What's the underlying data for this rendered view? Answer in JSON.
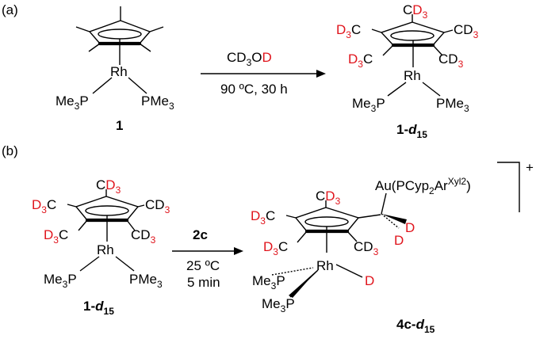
{
  "panels": {
    "a": {
      "label": "(a)",
      "reagent": "CD3OD",
      "reagent_parts": [
        "CD",
        "3",
        "O",
        "D"
      ],
      "conditions": "90 ºC, 30 h",
      "start": {
        "metal": "Rh",
        "ligand_left": [
          "Me",
          "3",
          "P"
        ],
        "ligand_right": [
          "PMe",
          "3"
        ],
        "number": "1"
      },
      "product": {
        "metal": "Rh",
        "cd3_top": [
          "C",
          "D",
          "3"
        ],
        "cd3_left_top": [
          "D",
          "3",
          "C"
        ],
        "cd3_right_top": [
          "CD",
          "3"
        ],
        "cd3_left_bot": [
          "D",
          "3",
          "C"
        ],
        "cd3_right_bot": [
          "CD",
          "3"
        ],
        "ligand_left": [
          "Me",
          "3",
          "P"
        ],
        "ligand_right": [
          "PMe",
          "3"
        ],
        "number": [
          "1-",
          "d",
          "15"
        ]
      }
    },
    "b": {
      "label": "(b)",
      "reagent": "2c",
      "conditions_line1": "25 ºC",
      "conditions_line2": "5 min",
      "start": {
        "metal": "Rh",
        "cd3_top": [
          "C",
          "D",
          "3"
        ],
        "cd3_left_top": [
          "D",
          "3",
          "C"
        ],
        "cd3_right_top": [
          "CD",
          "3"
        ],
        "cd3_left_bot": [
          "D",
          "3",
          "C"
        ],
        "cd3_right_bot": [
          "CD",
          "3"
        ],
        "ligand_left": [
          "Me",
          "3",
          "P"
        ],
        "ligand_right": [
          "PMe",
          "3"
        ],
        "number": [
          "1-",
          "d",
          "15"
        ]
      },
      "product": {
        "metal": "Rh",
        "hydride": "D",
        "cd3_top": [
          "C",
          "D",
          "3"
        ],
        "cd3_left_top": [
          "D",
          "3",
          "C"
        ],
        "cd3_left_bot": [
          "D",
          "3",
          "C"
        ],
        "cd3_right_bot": [
          "CD",
          "3"
        ],
        "gold": [
          "Au(PCyp",
          "2",
          "Ar",
          "Xyl2",
          ")"
        ],
        "cd2_d1": "D",
        "cd2_d2": "D",
        "ligand_top": [
          "Me",
          "3",
          "P"
        ],
        "ligand_bot": [
          "Me",
          "3",
          "P"
        ],
        "charge": "+",
        "number": [
          "4c-",
          "d",
          "15"
        ]
      }
    }
  }
}
